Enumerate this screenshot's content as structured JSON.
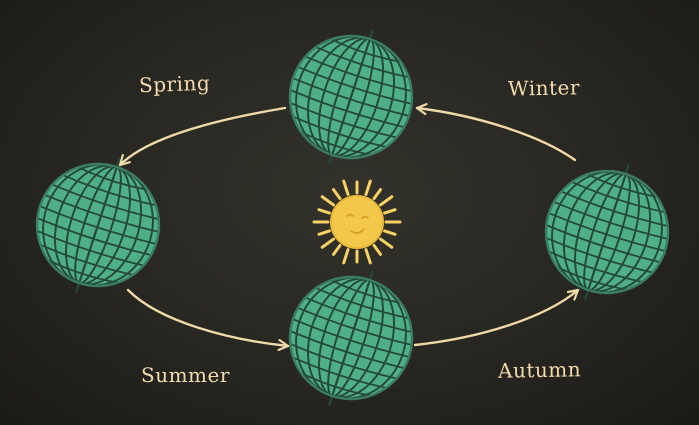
{
  "seasons": {
    "spring": "Spring",
    "winter": "Winter",
    "summer": "Summer",
    "autumn": "Autumn"
  },
  "colors": {
    "background": "#272621",
    "globe_fill": "#4fb088",
    "globe_lines": "#264a3a",
    "orbit_line": "#f0d9a8",
    "sun_fill": "#f3c84a",
    "sun_rays": "#f6d264",
    "label_text": "#f2dcae"
  },
  "icons": [
    "earth-globe-icon",
    "sun-icon",
    "orbit-arrow-icon"
  ]
}
